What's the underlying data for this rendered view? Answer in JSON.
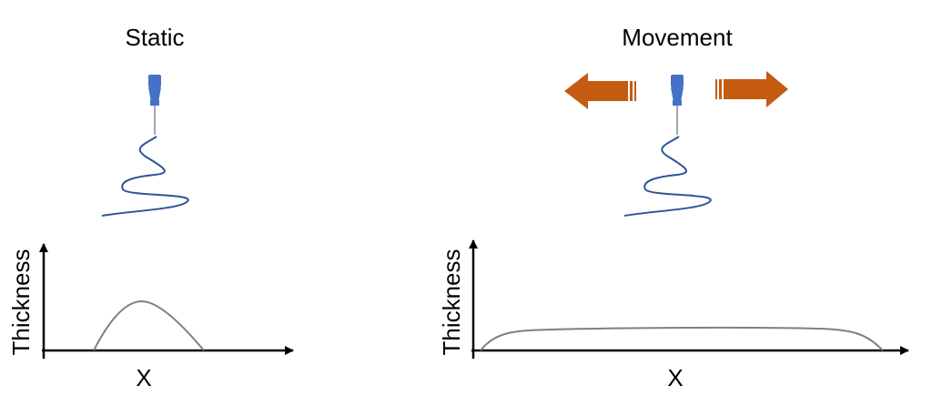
{
  "panels": {
    "static": {
      "title": "Static",
      "ylabel": "Thickness",
      "xlabel": "X"
    },
    "movement": {
      "title": "Movement",
      "ylabel": "Thickness",
      "xlabel": "X"
    }
  },
  "icons": {
    "nozzle": "nozzle-icon",
    "fiber": "fiber-spiral-icon",
    "arrow_left": "arrow-left-icon",
    "arrow_right": "arrow-right-icon"
  },
  "colors": {
    "nozzle": "#4472C4",
    "fiber": "#2F5597",
    "arrow": "#C55A11",
    "profile": "#808080",
    "axis": "#000000"
  }
}
